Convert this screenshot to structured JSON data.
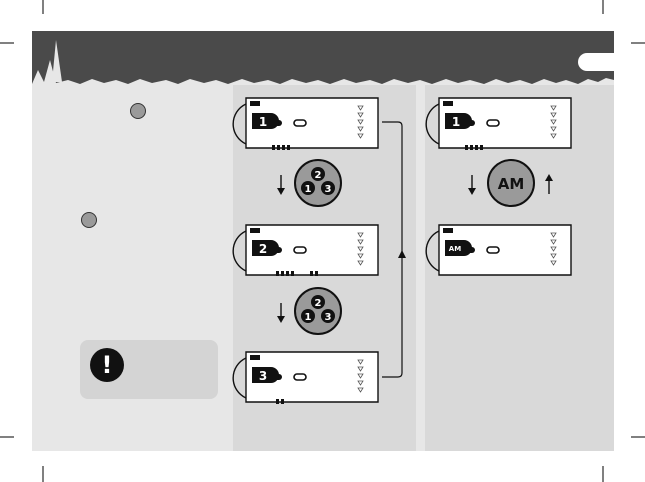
{
  "lcd_channels": [
    "1",
    "2",
    "3",
    "1",
    "AM"
  ],
  "dial_1_labels": [
    "1",
    "2",
    "3"
  ],
  "dial_2_labels": [
    "1",
    "2",
    "3"
  ],
  "am_button_label": "AM",
  "warning_icon_glyph": "!",
  "colors": {
    "banner": "#4a4a4a",
    "page_bg": "#e7e7e7",
    "column_bg": "#d9d9d9",
    "button_grey": "#9a9a9a"
  }
}
